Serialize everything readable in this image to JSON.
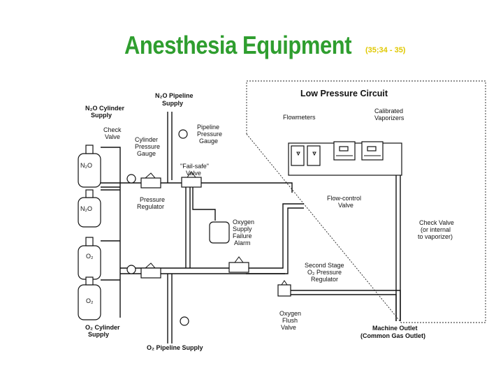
{
  "slide": {
    "title": "Anesthesia Equipment",
    "reference": "(35;34 - 35)"
  },
  "diagram": {
    "low_pressure_circuit": "Low Pressure Circuit",
    "labels": {
      "n2o_pipeline_supply": [
        "N₂O Pipeline",
        "Supply"
      ],
      "n2o_cylinder_supply": [
        "N₂O Cylinder",
        "Supply"
      ],
      "check_valve_left": [
        "Check",
        "Valve"
      ],
      "cylinder_pressure_gauge": [
        "Cylinder",
        "Pressure",
        "Gauge"
      ],
      "pipeline_pressure_gauge": [
        "Pipeline",
        "Pressure",
        "Gauge"
      ],
      "failsafe_valve": [
        "\"Fail-safe\"",
        "Valve"
      ],
      "pressure_regulator": [
        "Pressure",
        "Regulator"
      ],
      "flowmeters": "Flowmeters",
      "calibrated_vaporizers": [
        "Calibrated",
        "Vaporizers"
      ],
      "flow_control_valve": [
        "Flow-control",
        "Valve"
      ],
      "oxygen_supply_failure_alarm": [
        "Oxygen",
        "Supply",
        "Failure",
        "Alarm"
      ],
      "check_valve_right": [
        "Check Valve",
        "(or internal",
        "to vaporizer)"
      ],
      "second_stage_regulator": [
        "Second Stage",
        "O₂ Pressure",
        "Regulator"
      ],
      "oxygen_flush_valve": [
        "Oxygen",
        "Flush",
        "Valve"
      ],
      "o2_cylinder_supply": [
        "O₂ Cylinder",
        "Supply"
      ],
      "o2_pipeline_supply": "O₂ Pipeline Supply",
      "machine_outlet": [
        "Machine Outlet",
        "(Common Gas Outlet)"
      ]
    },
    "cylinders": [
      "N₂O",
      "N₂O",
      "O₂",
      "O₂"
    ]
  }
}
